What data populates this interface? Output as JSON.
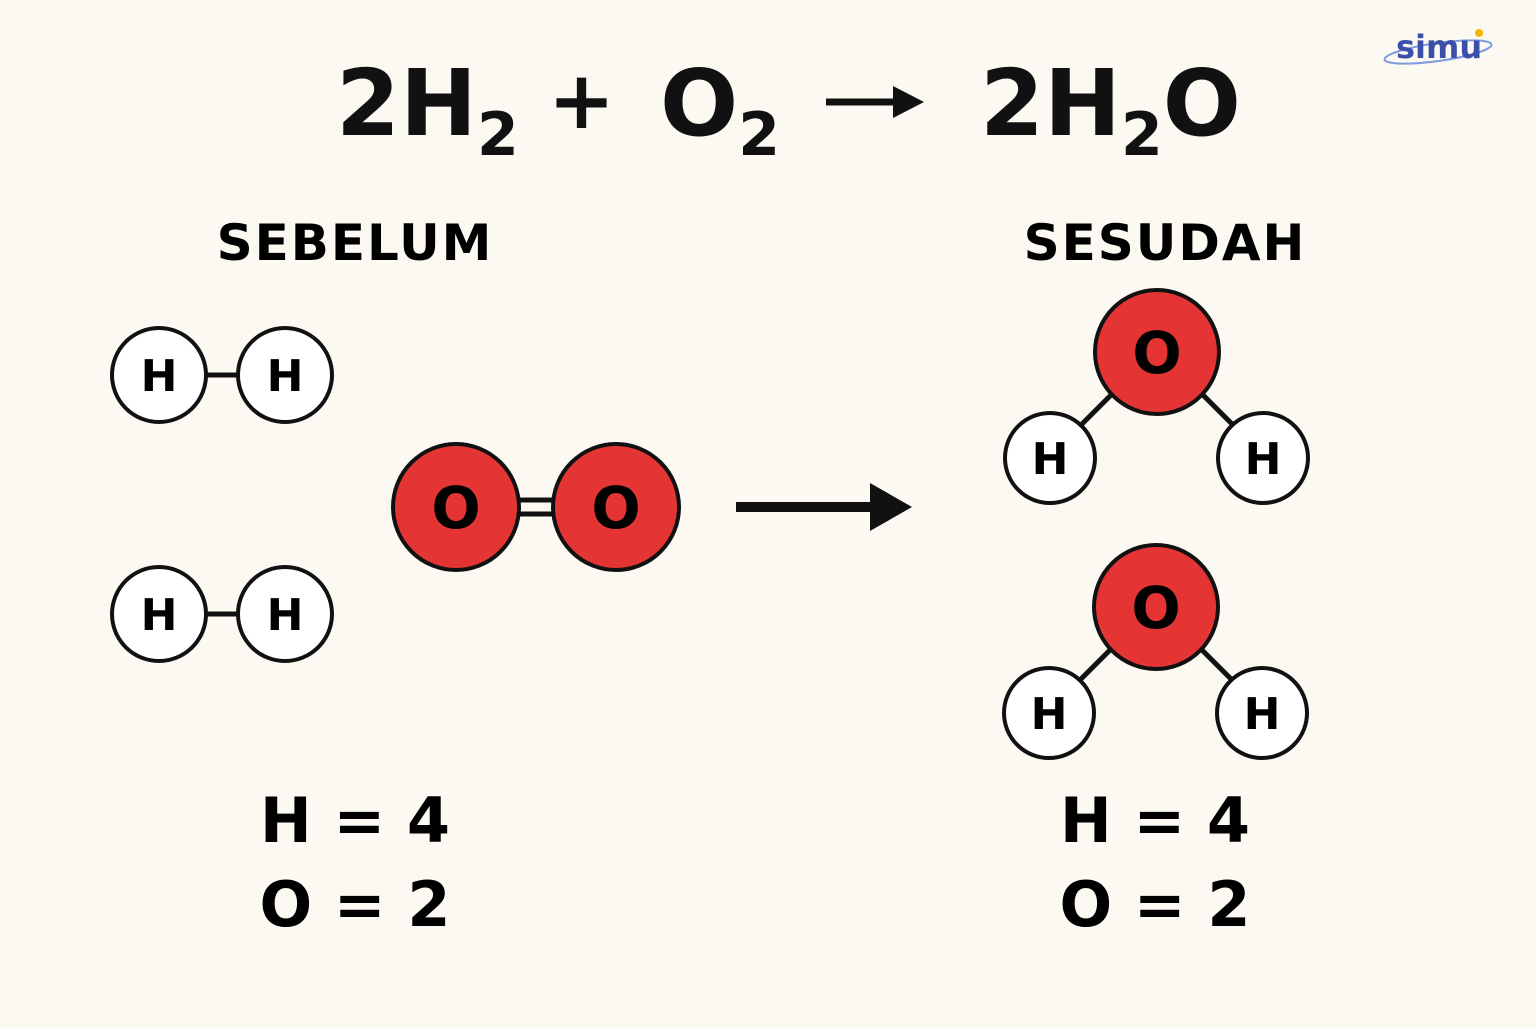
{
  "equation": {
    "reactant1": {
      "coef": "2",
      "symbol": "H",
      "sub": "2"
    },
    "plus": "+",
    "reactant2": {
      "coef": "",
      "symbol": "O",
      "sub": "2"
    },
    "product": {
      "coef": "2",
      "symbol1": "H",
      "sub": "2",
      "symbol2": "O"
    }
  },
  "labels": {
    "before": "SEBELUM",
    "after": "SESUDAH"
  },
  "atoms": {
    "hydrogen": "H",
    "oxygen": "O"
  },
  "counts": {
    "before": {
      "h": "H = 4",
      "o": "O = 2"
    },
    "after": {
      "h": "H = 4",
      "o": "O = 2"
    }
  },
  "logo": {
    "text": "simu"
  },
  "colors": {
    "background": "#fbf9f1",
    "oxygen_fill": "#e53434",
    "hydrogen_fill": "#ffffff",
    "ink": "#111111",
    "logo": "#3b4fa8"
  }
}
